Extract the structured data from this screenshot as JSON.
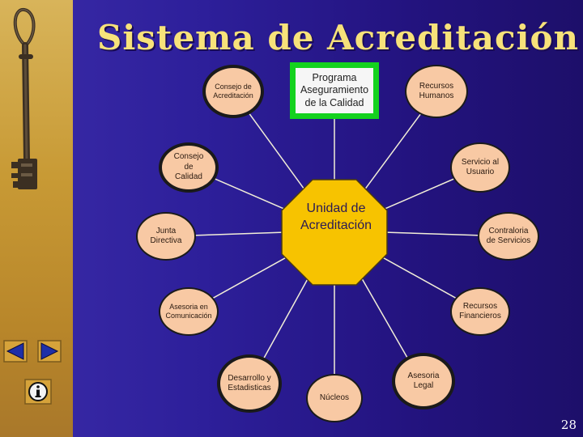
{
  "title": "Sistema de Acreditación",
  "center": {
    "label_line1": "Unidad de",
    "label_line2": "Acreditación"
  },
  "programa": {
    "line1": "Programa",
    "line2": "Aseguramiento",
    "line3": "de la Calidad"
  },
  "nodes": {
    "consejo_acreditacion": {
      "line1": "Consejo de",
      "line2": "Acreditación"
    },
    "recursos_humanos": {
      "line1": "Recursos",
      "line2": "Humanos"
    },
    "consejo_calidad": {
      "line1": "Consejo de",
      "line2": "Calidad"
    },
    "servicio_usuario": {
      "line1": "Servicio al",
      "line2": "Usuario"
    },
    "junta_directiva": {
      "line1": "Junta",
      "line2": "Directiva"
    },
    "contraloria": {
      "line1": "Contraloria",
      "line2": "de Servicios"
    },
    "asesoria_comunicacion": {
      "line1": "Asesoria en",
      "line2": "Comunicación"
    },
    "recursos_financieros": {
      "line1": "Recursos",
      "line2": "Financieros"
    },
    "desarrollo": {
      "line1": "Desarrollo y",
      "line2": "Estadisticas"
    },
    "nucleos": {
      "line1": "Núcleos"
    },
    "asesoria_legal": {
      "line1": "Asesoria",
      "line2": "Legal"
    }
  },
  "page_number": "28",
  "colors": {
    "background": "#2d1f9a",
    "sidebar": "#c89a35",
    "title": "#f7e27a",
    "node_fill": "#f8c9a4",
    "center_fill": "#f7c300",
    "programa_frame": "#14d21e",
    "connector": "#f2eed8"
  },
  "icons": [
    "key-image",
    "previous-arrow-icon",
    "next-arrow-icon",
    "info-icon"
  ]
}
